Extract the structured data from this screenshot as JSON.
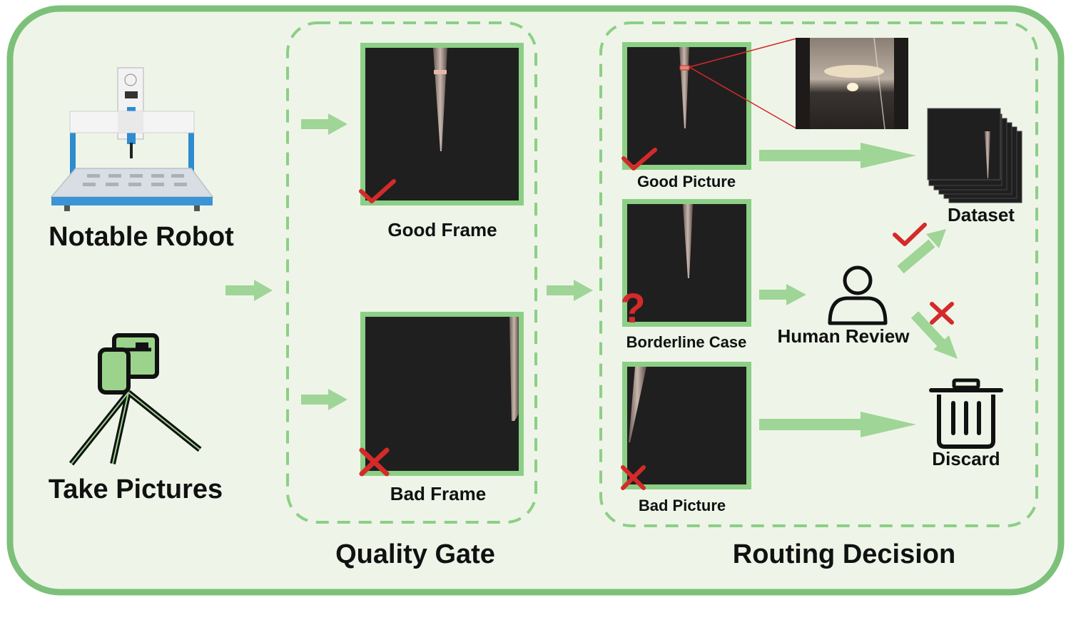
{
  "colors": {
    "panel_bg": "#eef5e8",
    "panel_border": "#7dc07a",
    "dashed": "#8ccf86",
    "arrow": "#9fd596",
    "frame_border": "#8ccf86",
    "photo": "#1e1e1e",
    "check": "#d42a2a",
    "cross": "#d42a2a",
    "robot_blue": "#2e8ccf",
    "camera_green": "#9bd38c"
  },
  "sources": {
    "robot_label": "Notable Robot",
    "camera_label": "Take Pictures",
    "robot_icon": "lab-robot-icon",
    "camera_icon": "tripod-camera-icon"
  },
  "quality_gate": {
    "title": "Quality Gate",
    "good_label": "Good Frame",
    "bad_label": "Bad Frame"
  },
  "routing": {
    "title": "Routing Decision",
    "good_label": "Good Picture",
    "borderline_label": "Borderline Case",
    "bad_label": "Bad Picture",
    "human_review_label": "Human Review",
    "dataset_label": "Dataset",
    "discard_label": "Discard",
    "human_icon": "person-icon",
    "discard_icon": "trash-icon",
    "dataset_icon": "image-stack-icon"
  }
}
